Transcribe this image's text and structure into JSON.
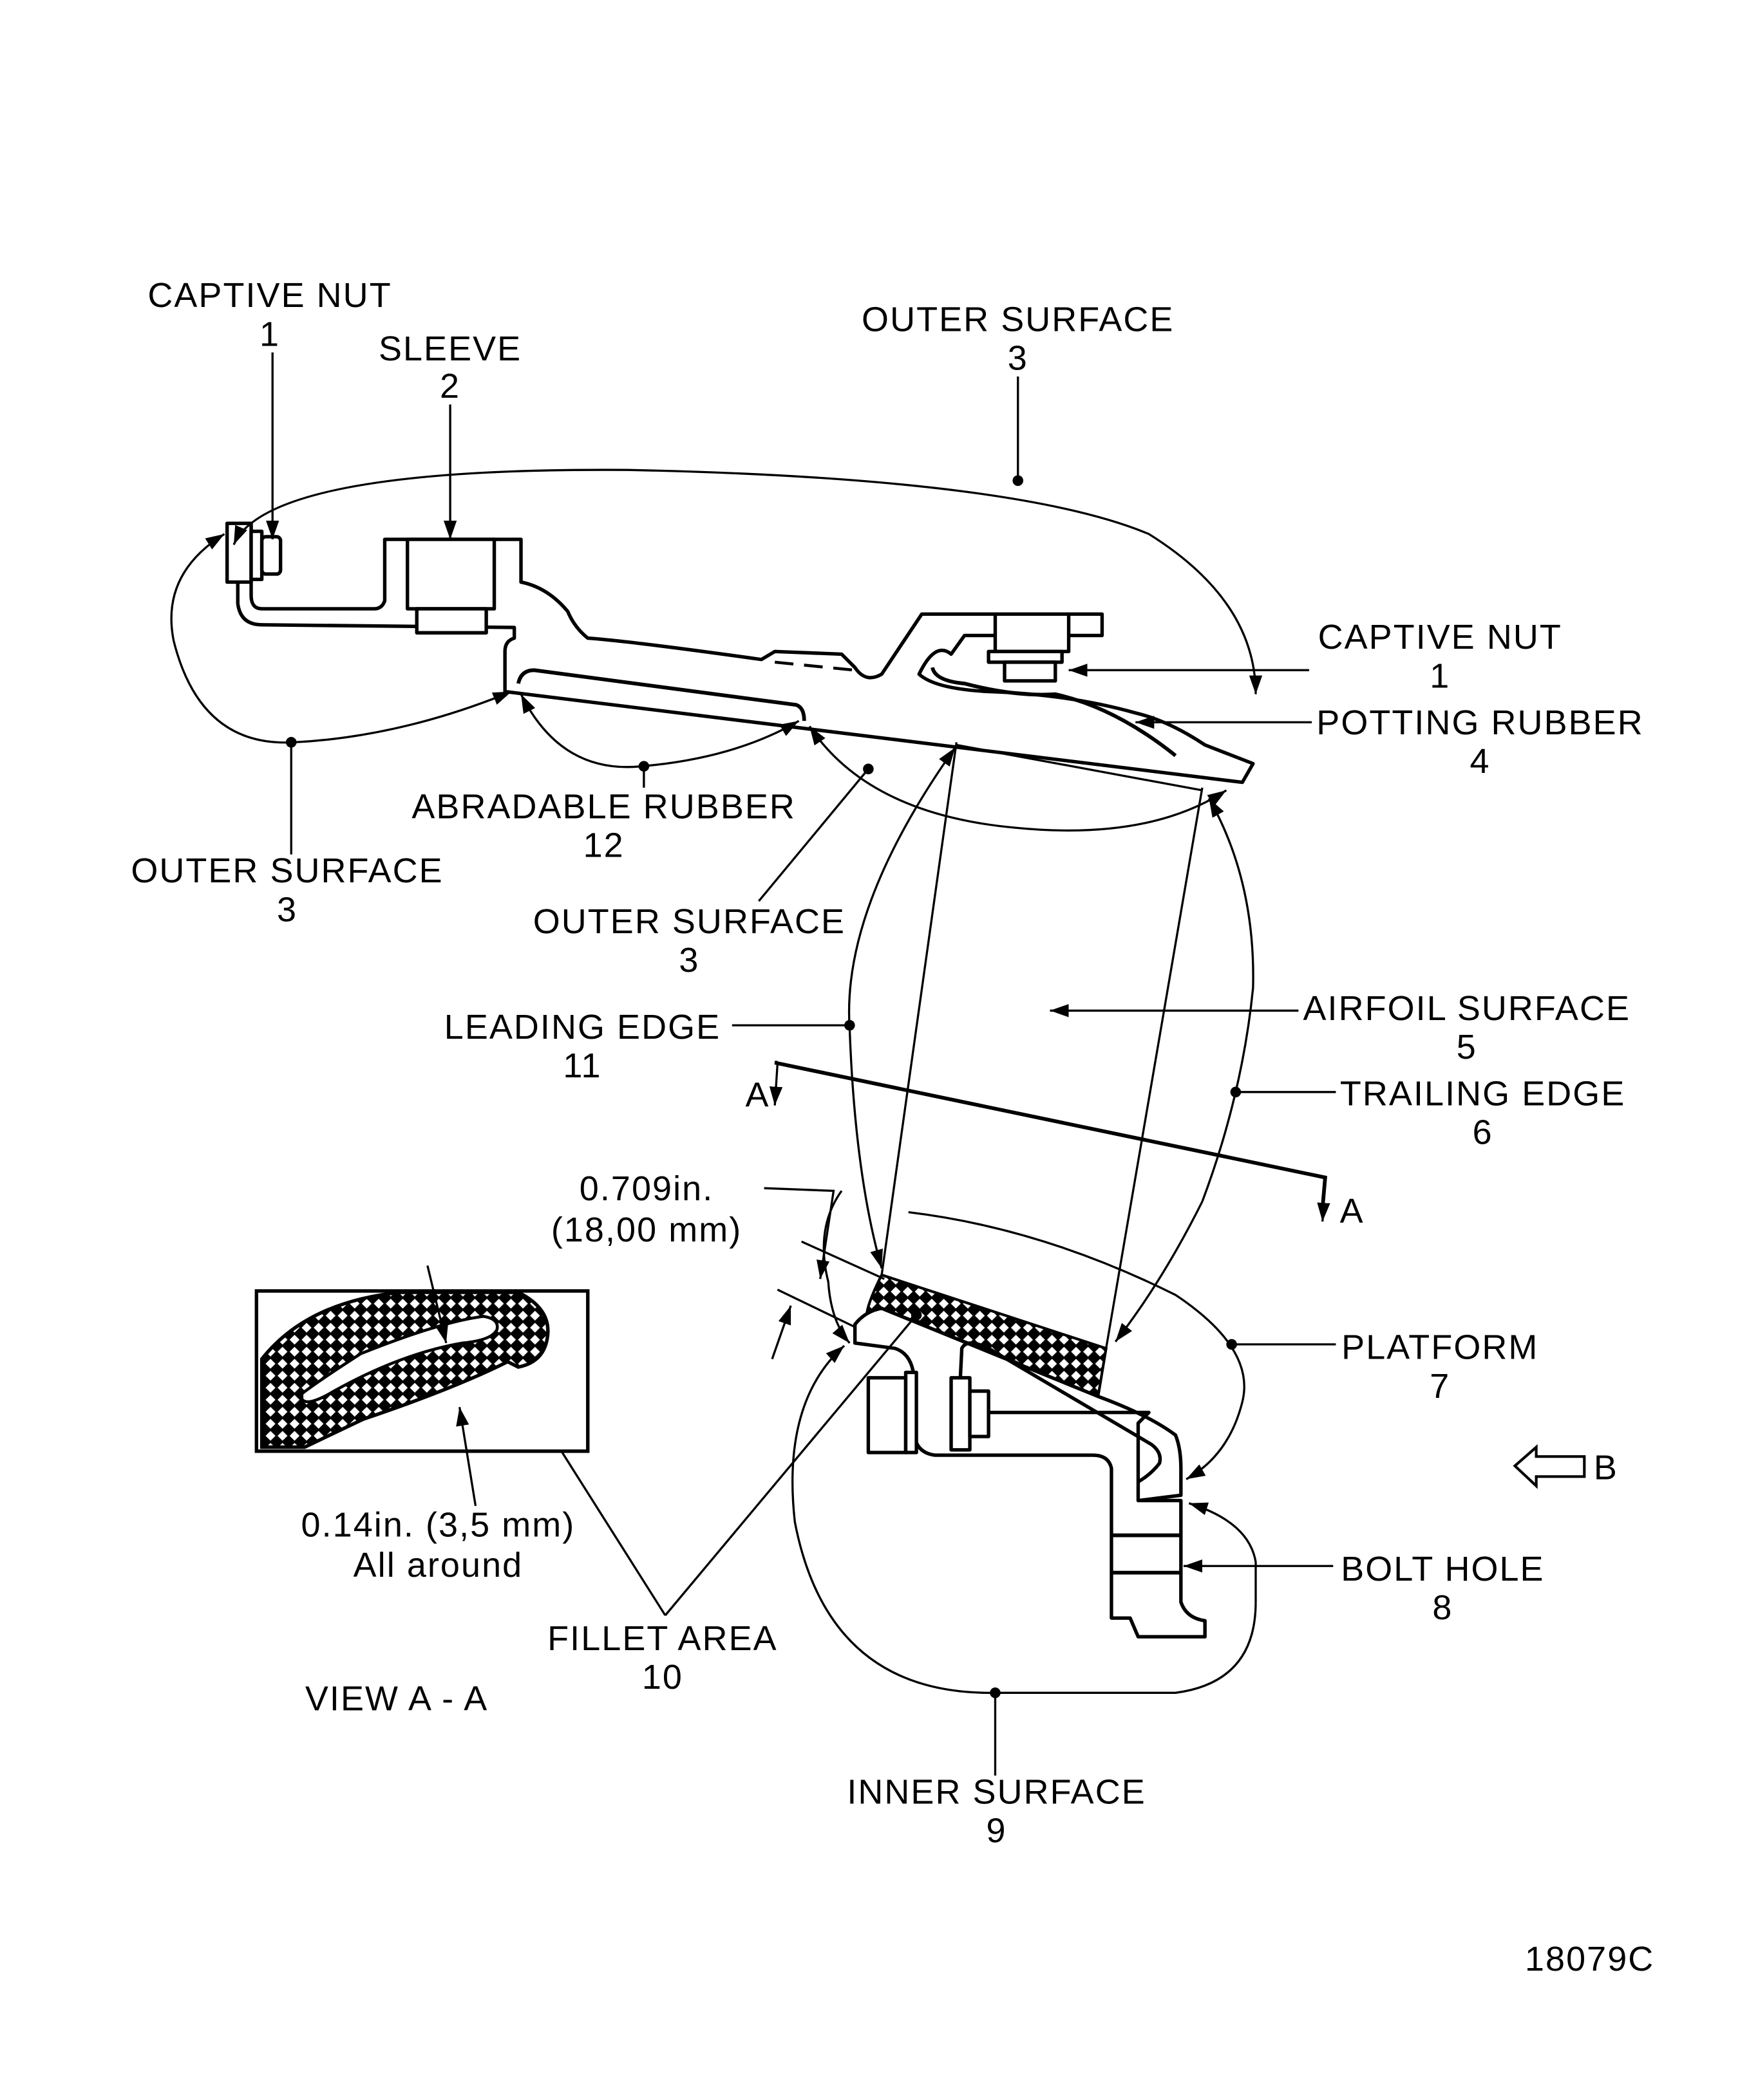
{
  "figure": {
    "figure_id": "18079C",
    "view_label": "VIEW  A - A",
    "section_marker": "A",
    "view_arrow_label": "B"
  },
  "callouts": [
    {
      "id": "captive-nut-left",
      "label": "CAPTIVE  NUT",
      "number": "1"
    },
    {
      "id": "sleeve",
      "label": "SLEEVE",
      "number": "2"
    },
    {
      "id": "outer-surface-top",
      "label": "OUTER  SURFACE",
      "number": "3"
    },
    {
      "id": "captive-nut-right",
      "label": "CAPTIVE  NUT",
      "number": "1"
    },
    {
      "id": "potting-rubber",
      "label": "POTTING  RUBBER",
      "number": "4"
    },
    {
      "id": "abradable-rubber",
      "label": "ABRADABLE  RUBBER",
      "number": "12"
    },
    {
      "id": "outer-surface-left",
      "label": "OUTER  SURFACE",
      "number": "3"
    },
    {
      "id": "outer-surface-mid",
      "label": "OUTER  SURFACE",
      "number": "3"
    },
    {
      "id": "airfoil-surface",
      "label": "AIRFOIL  SURFACE",
      "number": "5"
    },
    {
      "id": "leading-edge",
      "label": "LEADING  EDGE",
      "number": "11"
    },
    {
      "id": "trailing-edge",
      "label": "TRAILING  EDGE",
      "number": "6"
    },
    {
      "id": "platform",
      "label": "PLATFORM",
      "number": "7"
    },
    {
      "id": "bolt-hole",
      "label": "BOLT  HOLE",
      "number": "8"
    },
    {
      "id": "fillet-area",
      "label": "FILLET  AREA",
      "number": "10"
    },
    {
      "id": "inner-surface",
      "label": "INNER  SURFACE",
      "number": "9"
    }
  ],
  "dimensions": {
    "fillet_height_in": "0.709in.",
    "fillet_height_mm": "(18,00  mm)",
    "fillet_width_in_mm": "0.14in.  (3,5  mm)",
    "fillet_width_note": "All  around"
  }
}
